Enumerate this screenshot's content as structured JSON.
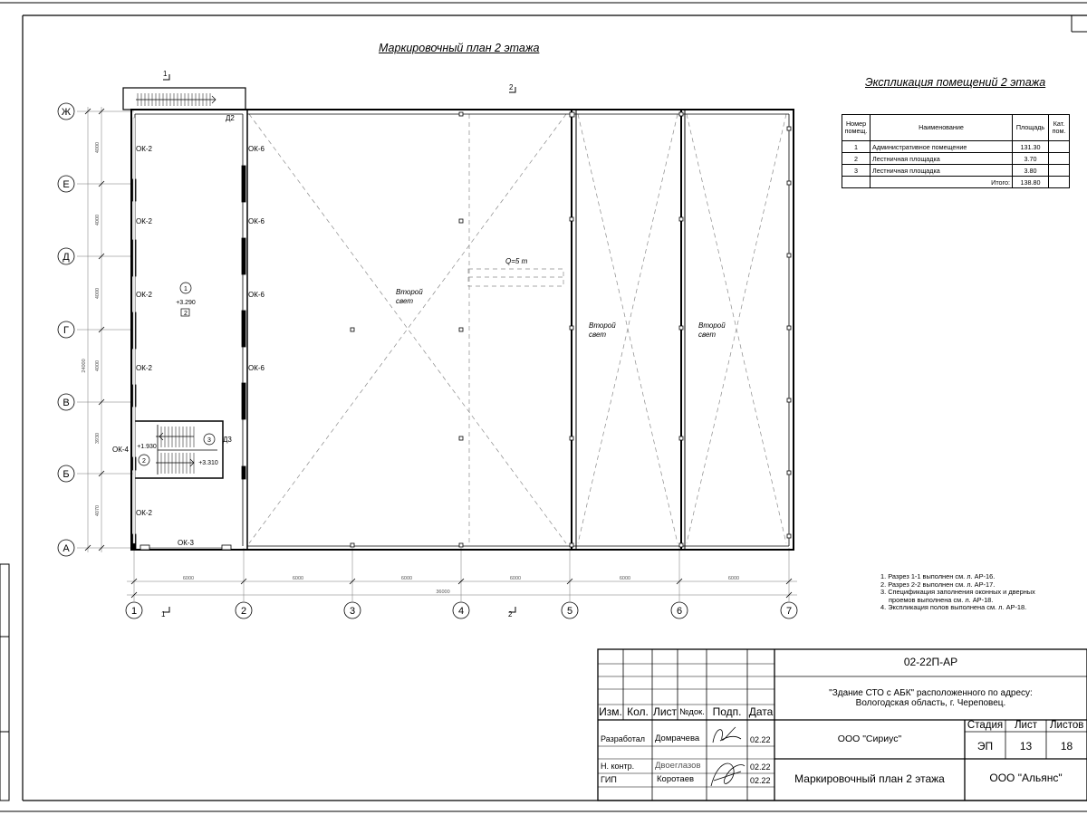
{
  "plan": {
    "title": "Маркировочный план 2 этажа",
    "rows": [
      "Ж",
      "Е",
      "Д",
      "Г",
      "В",
      "Б",
      "А"
    ],
    "row_dims": [
      "4000",
      "4000",
      "4000",
      "4000",
      "3930",
      "4070"
    ],
    "row_total": "24000",
    "cols": [
      "1",
      "2",
      "3",
      "4",
      "5",
      "6",
      "7"
    ],
    "col_dims": [
      "6000",
      "6000",
      "6000",
      "6000",
      "6000",
      "6000"
    ],
    "col_total": "36000",
    "section_marks": {
      "s1": "1",
      "s2": "2"
    },
    "windows_left": [
      "ОК-2",
      "ОК-2",
      "ОК-2",
      "ОК-2",
      "ОК-2"
    ],
    "windows_right": [
      "ОК-6",
      "ОК-6",
      "ОК-6",
      "ОК-6"
    ],
    "window_ok4": "ОК-4",
    "window_ok3": "ОК-3",
    "door_d2": "Д2",
    "door_d3": "Д3",
    "room1": {
      "num": "1",
      "level": "+3.290",
      "floor": "2"
    },
    "room2": {
      "num": "2",
      "level": "+1.930"
    },
    "room3": {
      "num": "3",
      "level": "+3.310"
    },
    "crane": "Q=5 т",
    "second_light": [
      "Второй",
      "свет"
    ]
  },
  "explication": {
    "title": "Экспликация помещений 2 этажа",
    "headers": {
      "num": "Номер помещ.",
      "name": "Наименование",
      "area": "Площадь",
      "cat": "Кат. пом."
    },
    "rows": [
      {
        "num": "1",
        "name": "Административное помещение",
        "area": "131.30"
      },
      {
        "num": "2",
        "name": "Лестничная площадка",
        "area": "3.70"
      },
      {
        "num": "3",
        "name": "Лестничная площадка",
        "area": "3.80"
      }
    ],
    "total_label": "Итого:",
    "total": "138.80"
  },
  "notes": [
    "1. Разрез 1-1 выполнен см. л. АР-16.",
    "2. Разрез 2-2 выполнен см. л. АР-17.",
    "3. Спецификация заполнения оконных и дверных",
    "проемов выполнена см. л. АР-18.",
    "4. Экспликация полов выполнена см. л. АР-18."
  ],
  "title_block": {
    "code": "02-22П-АР",
    "project_line1": "\"Здание СТО с АБК\" расположенного по адресу:",
    "project_line2": "Вологодская область, г. Череповец.",
    "company_design": "ООО \"Сириус\"",
    "sheet_title": "Маркировочный план 2 этажа",
    "company_client": "ООО \"Альянс\"",
    "headers": {
      "izm": "Изм.",
      "kol": "Кол.",
      "list": "Лист",
      "ndok": "№док.",
      "podp": "Подп.",
      "data": "Дата"
    },
    "stage_label": "Стадия",
    "sheet_label": "Лист",
    "sheets_label": "Листов",
    "stage": "ЭП",
    "sheet": "13",
    "sheets": "18",
    "people": [
      {
        "role": "Разработал",
        "name": "Домрачева",
        "date": "02.22"
      },
      {
        "role": "Н. контр.",
        "name": "Двоеглазов",
        "date": "02.22"
      },
      {
        "role": "ГИП",
        "name": "Коротаев",
        "date": "02.22"
      }
    ]
  },
  "colors": {
    "line": "#000000",
    "thin": "#777777",
    "dash": "#8a8a8a"
  }
}
